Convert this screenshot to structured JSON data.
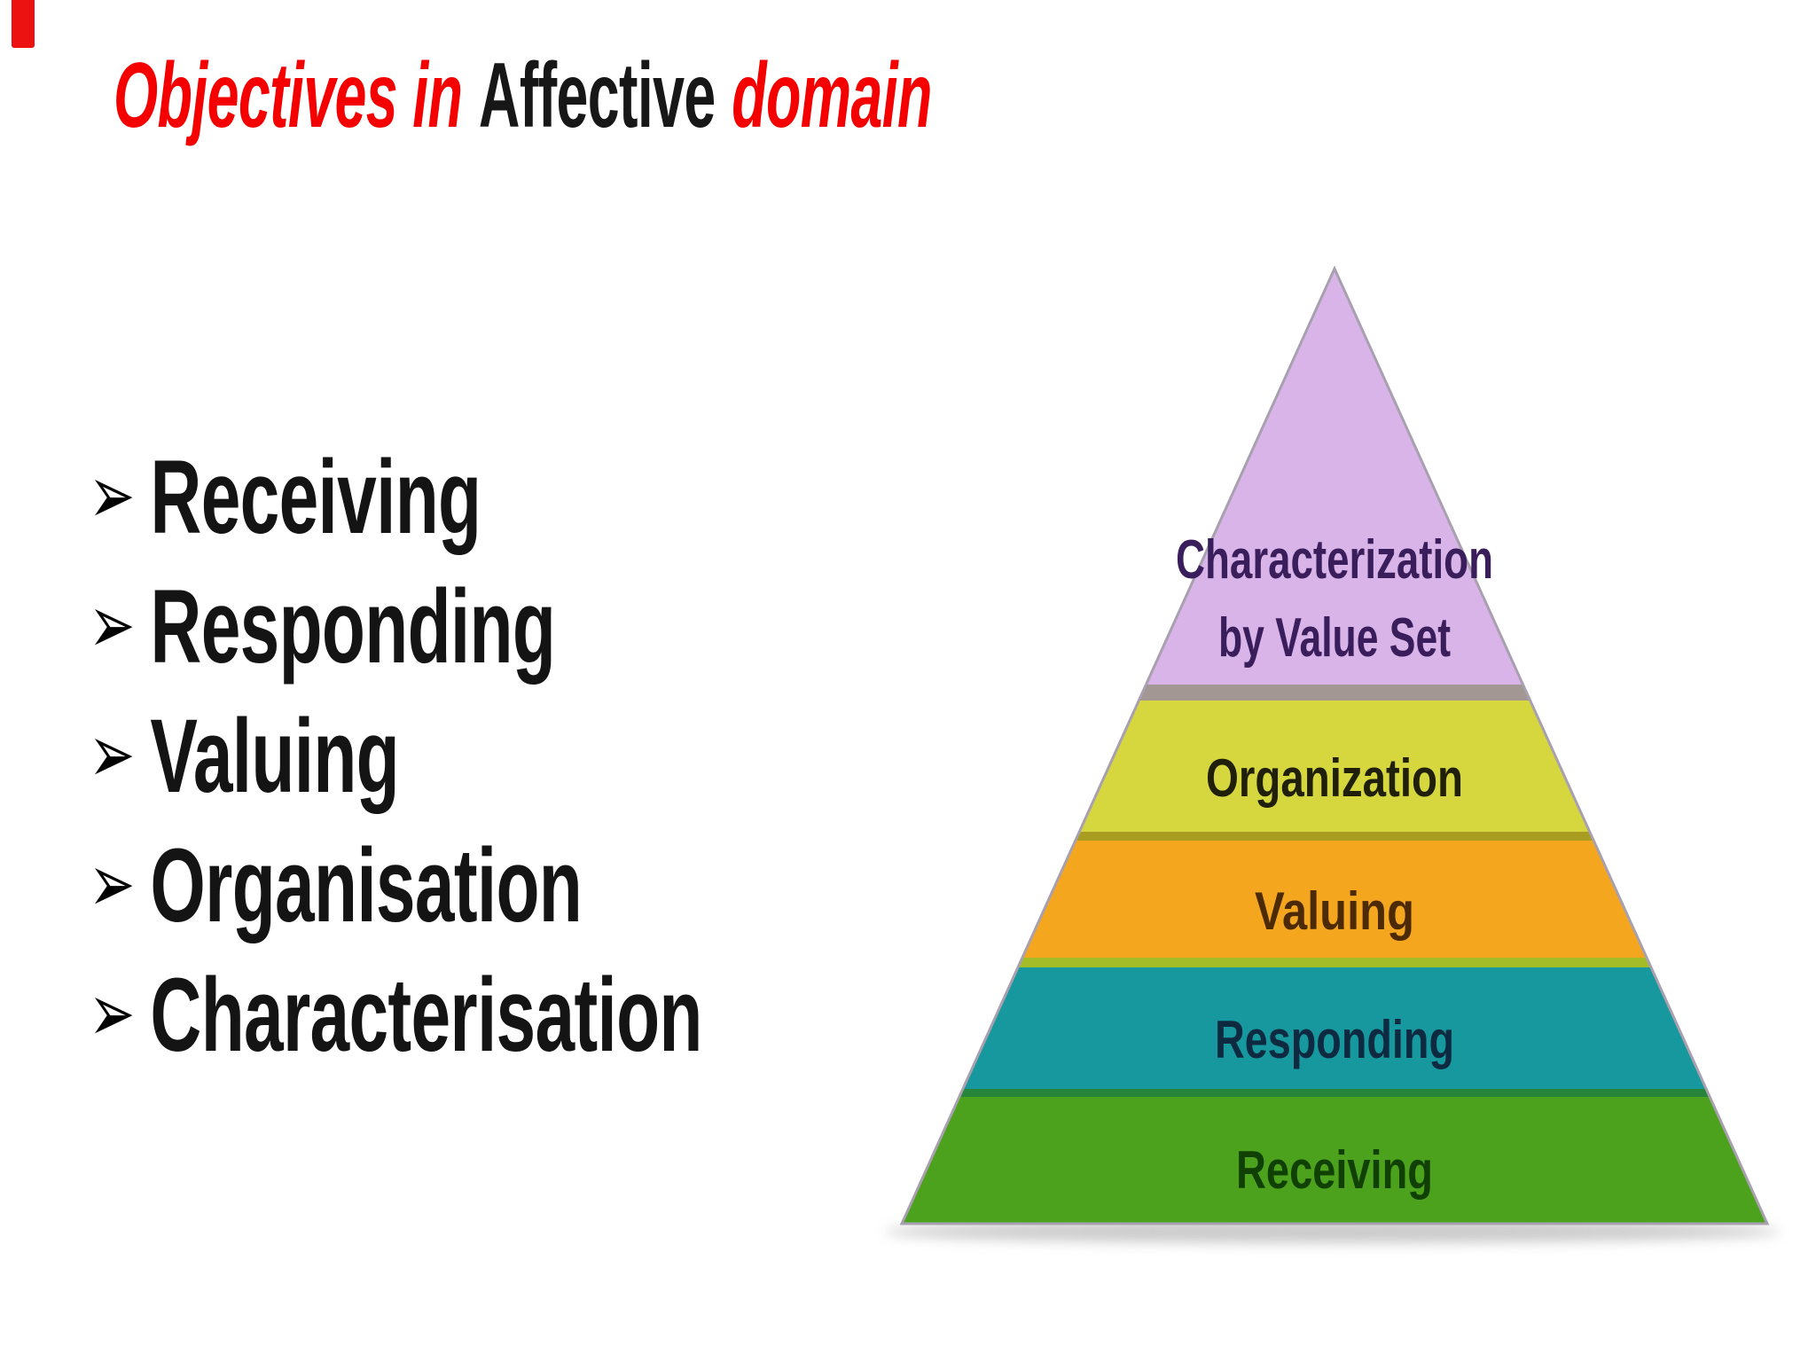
{
  "slide_title": {
    "segments": [
      "Objectives in",
      "Affective",
      "domain"
    ]
  },
  "bullet_list": {
    "bullet_glyph": "➢",
    "items": [
      "Receiving",
      "Responding",
      "Valuing",
      "Organisation",
      "Characterisation"
    ]
  },
  "pyramid": {
    "description": "Affective domain taxonomy pyramid, bottom = most basic level",
    "levels": [
      {
        "label": "Characterization by Value Set",
        "line1": "Characterization",
        "line2": "by Value Set",
        "fill": "#d8b4e8",
        "text_color": "#3a1e5c"
      },
      {
        "label": "Organization",
        "fill": "#d6d73e",
        "text_color": "#20200a"
      },
      {
        "label": "Valuing",
        "fill": "#f5a61f",
        "text_color": "#4d2a06"
      },
      {
        "label": "Responding",
        "fill": "#17989f",
        "text_color": "#0e2a40"
      },
      {
        "label": "Receiving",
        "fill": "#4da21d",
        "text_color": "#114005"
      }
    ],
    "separator_colors": [
      "#a29792",
      "#a89d20",
      "#a4bc27",
      "#27853b"
    ],
    "outline_color": "#a8a0ae"
  },
  "colors": {
    "title_red": "#f40000",
    "title_black": "#171717",
    "list_text": "#141414",
    "corner_mark": "#ec1212"
  }
}
